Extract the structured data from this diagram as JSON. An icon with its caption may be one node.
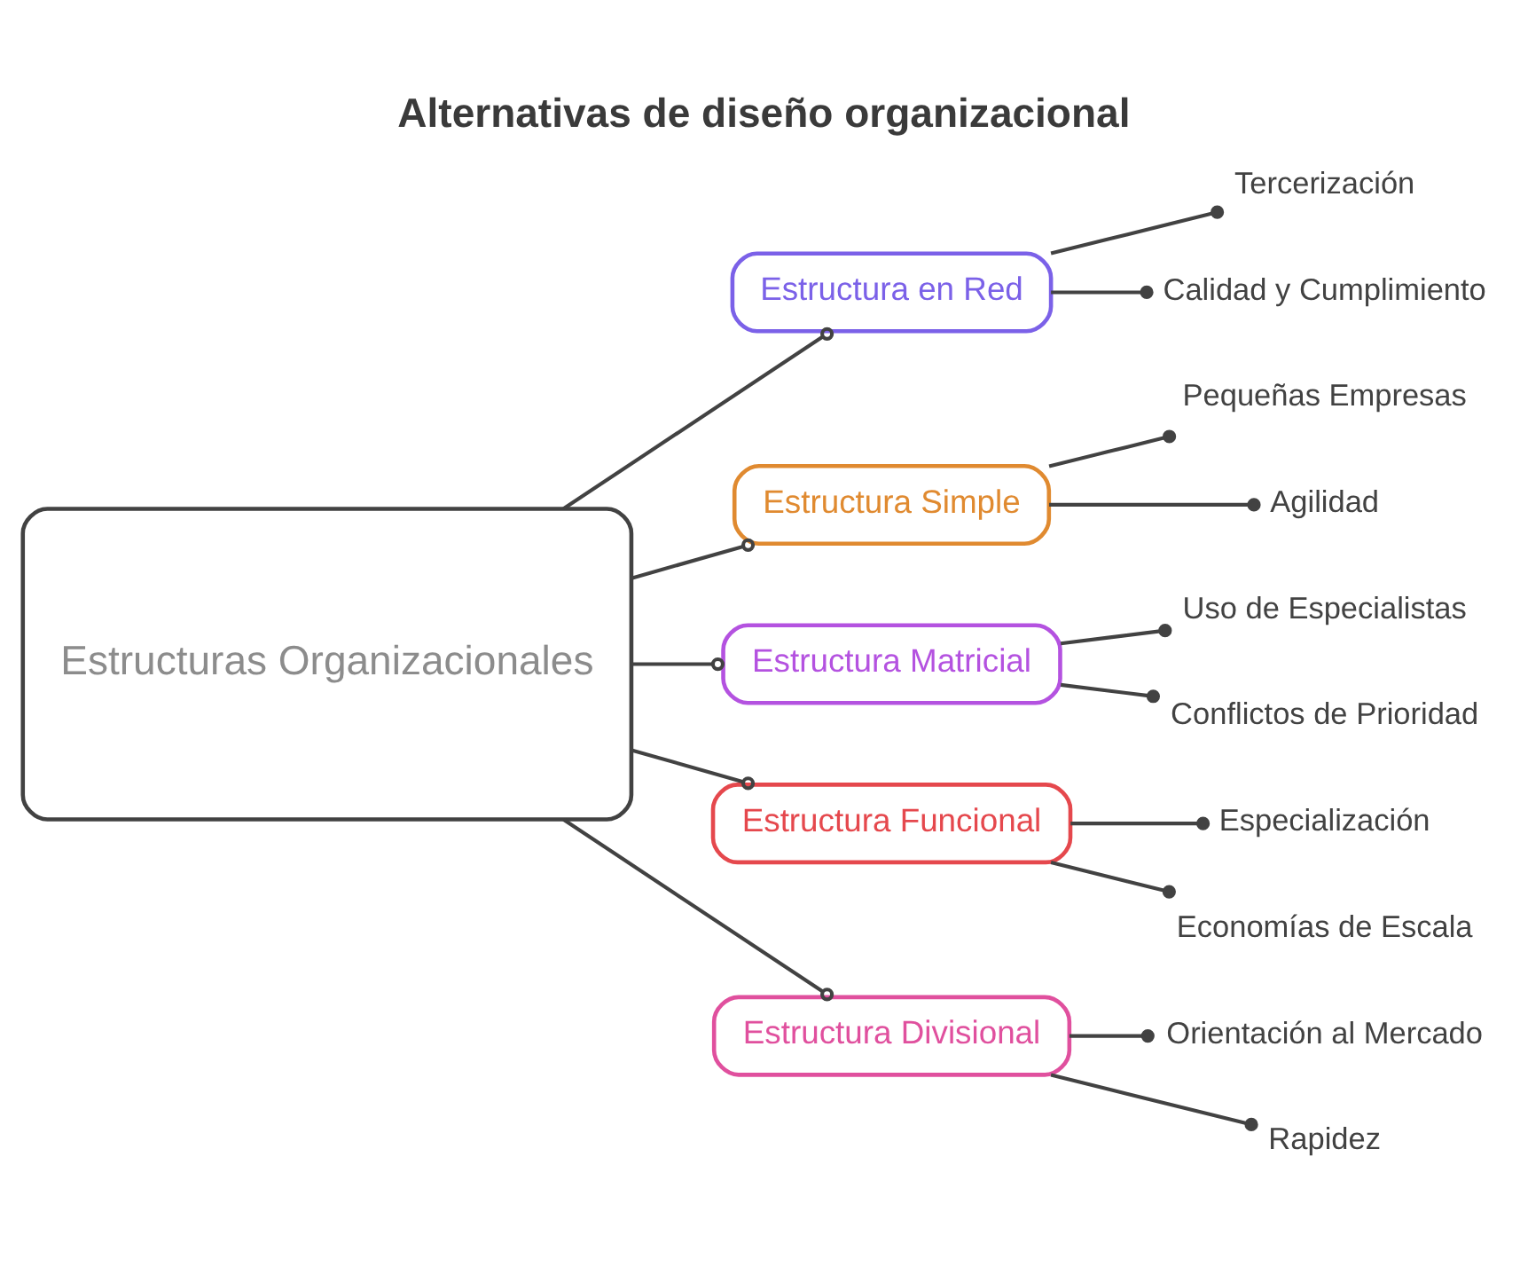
{
  "diagram": {
    "title": "Alternativas de diseño organizacional",
    "nodes": [
      {
        "text": [
          "Estructuras Organizacionales"
        ]
      },
      {
        "text": [
          "Estructura en Red"
        ]
      },
      {
        "text": [
          "Tercerización"
        ]
      },
      {
        "text": [
          "Calidad y Cumplimiento"
        ]
      },
      {
        "text": [
          "Estructura Simple"
        ]
      },
      {
        "text": [
          "Pequeñas Empresas"
        ]
      },
      {
        "text": [
          "Agilidad"
        ]
      },
      {
        "text": [
          "Estructura Matricial"
        ]
      },
      {
        "text": [
          "Uso de Especialistas"
        ]
      },
      {
        "text": [
          "Conflictos de Prioridad"
        ]
      },
      {
        "text": [
          "Estructura Funcional"
        ]
      },
      {
        "text": [
          "Especialización"
        ]
      },
      {
        "text": [
          "Economías de Escala"
        ]
      },
      {
        "text": [
          "Estructura Divisional"
        ]
      },
      {
        "text": [
          "Orientación al Mercado"
        ]
      },
      {
        "text": [
          "Rapidez"
        ]
      }
    ],
    "edges": [
      {
        "from": 0,
        "to": 1,
        "arrow": "other"
      },
      {
        "from": 1,
        "to": 2,
        "arrow": "other"
      },
      {
        "from": 1,
        "to": 3,
        "arrow": "other"
      },
      {
        "from": 0,
        "to": 4,
        "arrow": "other"
      },
      {
        "from": 4,
        "to": 5,
        "arrow": "other"
      },
      {
        "from": 4,
        "to": 6,
        "arrow": "other"
      },
      {
        "from": 0,
        "to": 7,
        "arrow": "other"
      },
      {
        "from": 7,
        "to": 8,
        "arrow": "other"
      },
      {
        "from": 7,
        "to": 9,
        "arrow": "other"
      },
      {
        "from": 0,
        "to": 10,
        "arrow": "other"
      },
      {
        "from": 10,
        "to": 11,
        "arrow": "other"
      },
      {
        "from": 10,
        "to": 12,
        "arrow": "other"
      },
      {
        "from": 0,
        "to": 13,
        "arrow": "other"
      },
      {
        "from": 13,
        "to": 14,
        "arrow": "other"
      },
      {
        "from": 13,
        "to": 15,
        "arrow": "other"
      }
    ]
  }
}
